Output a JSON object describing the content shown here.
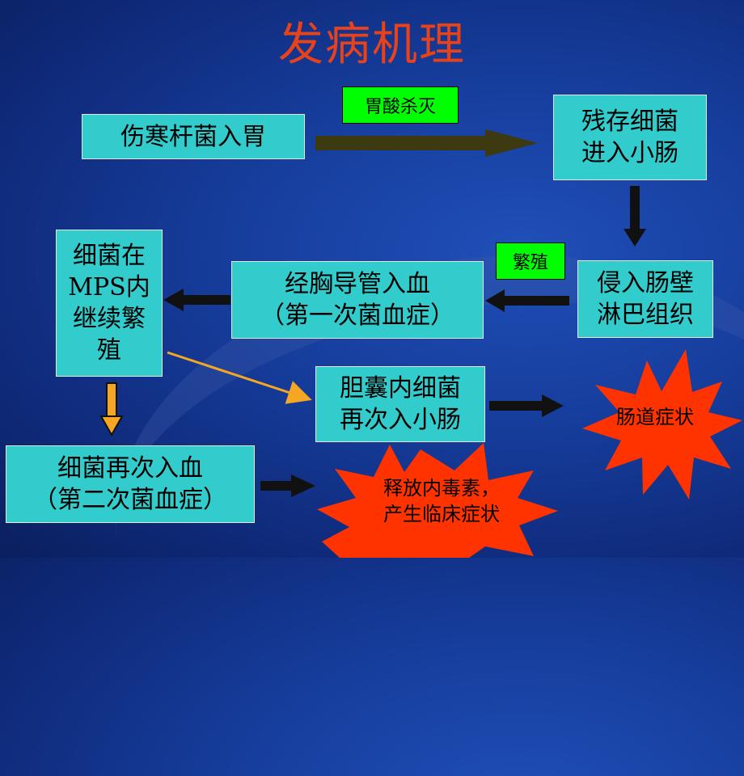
{
  "title": "发病机理",
  "nodes": {
    "start": "伤寒杆菌入胃",
    "survive": "残存细菌\n进入小肠",
    "invade": "侵入肠壁\n淋巴组织",
    "thoracic": "经胸导管入血\n（第一次菌血症）",
    "mps": "细菌在\nMPS内\n继续繁\n殖",
    "gallbladder": "胆囊内细菌\n再次入小肠",
    "second": "细菌再次入血\n（第二次菌血症）"
  },
  "tags": {
    "acid": "胃酸杀灭",
    "breed": "繁殖"
  },
  "bursts": {
    "intestinal": "肠道症状",
    "toxin": "释放内毒素，\n产生临床症状"
  },
  "colors": {
    "title": "#e8421a",
    "box": "#33cccc",
    "tag": "#00ff00",
    "burst": "#ff3300",
    "arrow_dark": "#111111",
    "arrow_olive": "#3d3a12",
    "arrow_orange": "#f5a623"
  }
}
